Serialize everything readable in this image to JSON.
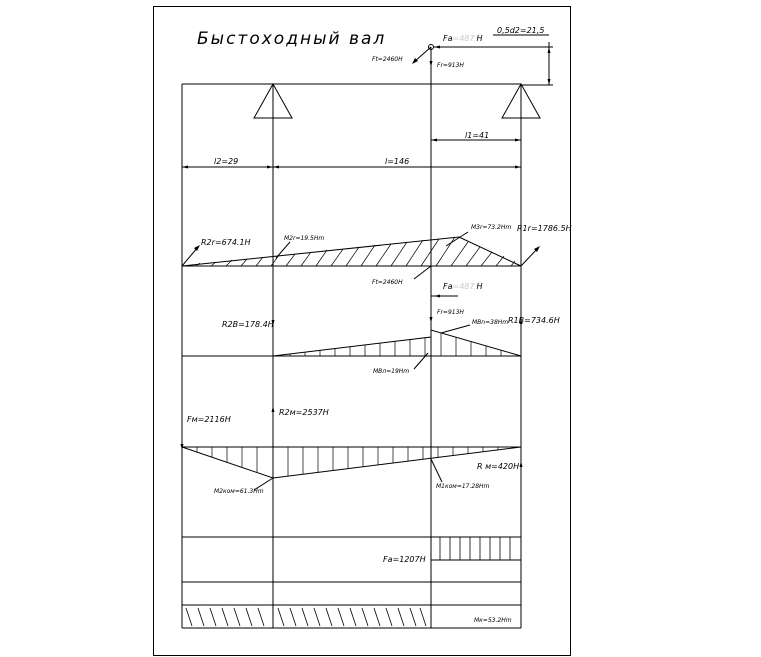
{
  "title": "Быстоходный вал",
  "forces_top": {
    "fa_label": "Fa",
    "fa_value": "=487",
    "fa_unit": "H",
    "ft": "Ft=2460H",
    "fr": "Fr=913H",
    "offset": "0,5d2=21,5"
  },
  "dimensions": {
    "l1": "l1=41",
    "l2": "l2=29",
    "l": "l=146"
  },
  "horizontal_plane": {
    "r2r": "R2r=674.1H",
    "m2r": "M2r=19.5Hm",
    "m3r": "M3r=73.2Hm",
    "r1r": "R1r=1786.5H",
    "ft": "Ft=2460H"
  },
  "vertical_plane": {
    "fa_label": "Fa",
    "fa_value": "=487",
    "fa_unit": "H",
    "fr": "Fr=913H",
    "r2b": "R2B=178.4H",
    "r1b": "R1B=734.6H",
    "mbn": "MBn=38Hm",
    "mbl": "MBл=19Hm"
  },
  "cantilever": {
    "fm": "Fм=2116H",
    "r2m": "R2м=2537H",
    "r1m": "R м=420H",
    "m2kom": "M2ком=61.3Hm",
    "m1kom": "M1ком=17.28Hm"
  },
  "axial": {
    "fa": "Fa=1207H"
  },
  "torque": {
    "mk": "Mк=53.2Hm"
  }
}
